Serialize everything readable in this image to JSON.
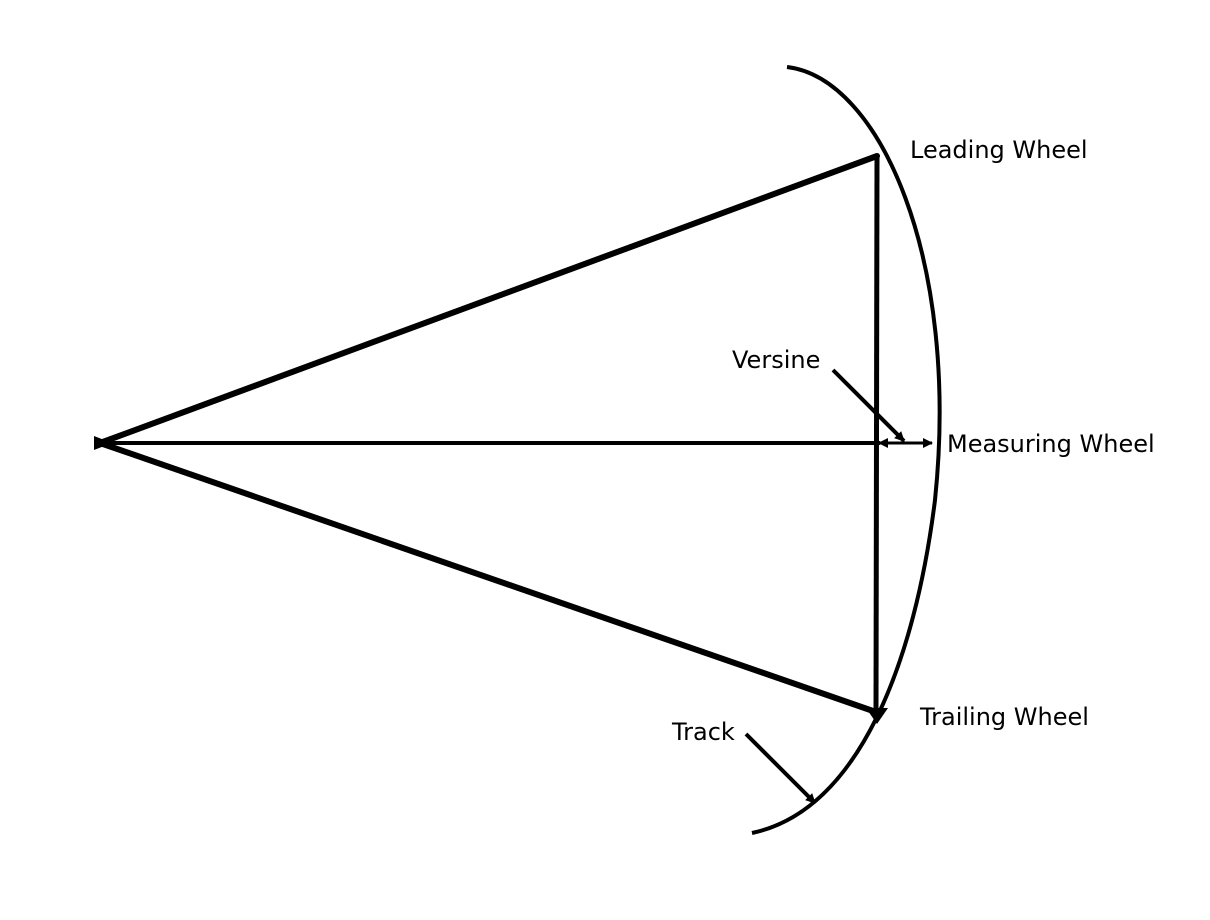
{
  "labels": {
    "leading_wheel": "Leading Wheel",
    "measuring_wheel": "Measuring Wheel",
    "trailing_wheel": "Trailing Wheel",
    "versine": "Versine",
    "track": "Track"
  },
  "colors": {
    "stroke": "#000000",
    "background": "#ffffff"
  }
}
